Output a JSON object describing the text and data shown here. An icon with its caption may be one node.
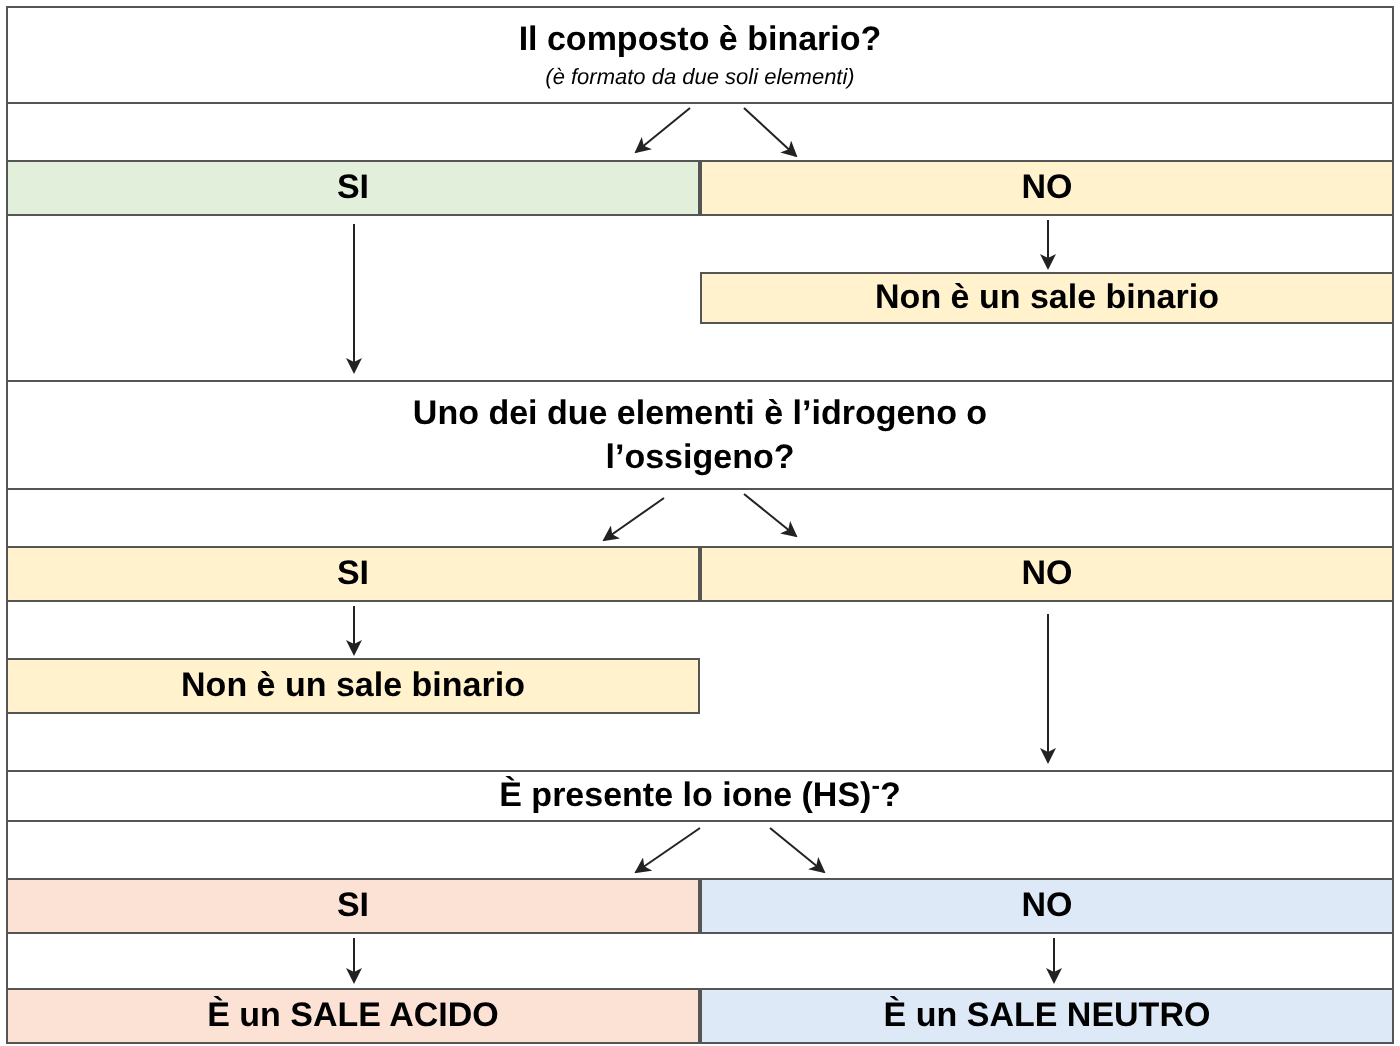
{
  "diagram": {
    "nodes": [
      {
        "text": [
          "Il composto è binario?",
          "(è formato da due soli elementi)"
        ]
      },
      {
        "text": [
          "SI"
        ]
      },
      {
        "text": [
          "NO"
        ]
      },
      {
        "text": [
          "Non è un sale binario"
        ]
      },
      {
        "text": [
          "Uno dei due elementi è l’idrogeno o l’ossigeno?"
        ]
      },
      {
        "text": [
          "SI"
        ]
      },
      {
        "text": [
          "NO"
        ]
      },
      {
        "text": [
          "Non è un sale binario"
        ]
      },
      {
        "text": [
          "È presente lo ione (HS)$^{-}$?"
        ]
      },
      {
        "text": [
          "SI"
        ]
      },
      {
        "text": [
          "NO"
        ]
      },
      {
        "text": [
          "È un SALE ACIDO"
        ]
      },
      {
        "text": [
          "È un SALE NEUTRO"
        ]
      }
    ],
    "edges": [
      {
        "from": 0,
        "to": 1,
        "arrow": "to"
      },
      {
        "from": 0,
        "to": 2,
        "arrow": "to"
      },
      {
        "from": 2,
        "to": 3,
        "arrow": "to"
      },
      {
        "from": 1,
        "to": 4,
        "arrow": "to"
      },
      {
        "from": 4,
        "to": 5,
        "arrow": "to"
      },
      {
        "from": 4,
        "to": 6,
        "arrow": "to"
      },
      {
        "from": 5,
        "to": 7,
        "arrow": "to"
      },
      {
        "from": 6,
        "to": 8,
        "arrow": "to"
      },
      {
        "from": 8,
        "to": 9,
        "arrow": "to"
      },
      {
        "from": 8,
        "to": 10,
        "arrow": "to"
      },
      {
        "from": 9,
        "to": 11,
        "arrow": "to"
      },
      {
        "from": 10,
        "to": 12,
        "arrow": "to"
      }
    ]
  }
}
